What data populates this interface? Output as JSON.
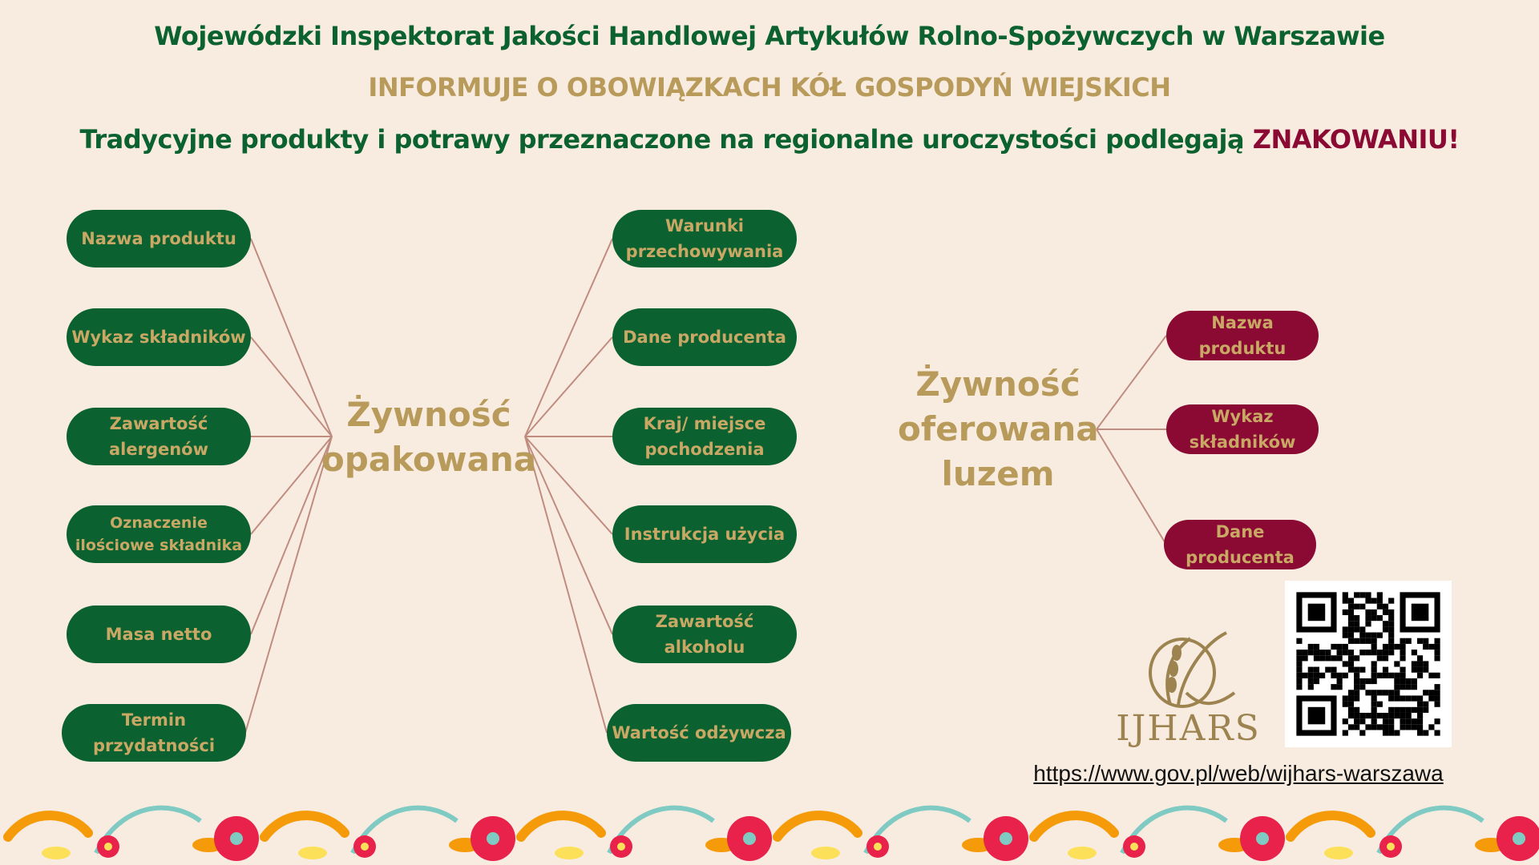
{
  "header": {
    "title": "Wojewódzki Inspektorat Jakości Handlowej Artykułów Rolno-Spożywczych w Warszawie",
    "subtitle": "INFORMUJE O OBOWIĄZKACH KÓŁ GOSPODYŃ WIEJSKICH",
    "notice": "Tradycyjne produkty i potrawy przeznaczone na regionalne uroczystości podlegają ",
    "notice_highlight": "ZNAKOWANIU!"
  },
  "packaged": {
    "title": "Żywność opakowana",
    "left": [
      "Nazwa produktu",
      "Wykaz składników",
      "Zawartość alergenów",
      "Oznaczenie ilościowe składnika",
      "Masa netto",
      "Termin przydatności"
    ],
    "right": [
      "Warunki przechowywania",
      "Dane producenta",
      "Kraj/ miejsce pochodzenia",
      "Instrukcja użycia",
      "Zawartość alkoholu",
      "Wartość odżywcza"
    ]
  },
  "loose": {
    "title": "Żywność oferowana luzem",
    "items": [
      "Nazwa produktu",
      "Wykaz składników",
      "Dane producenta"
    ]
  },
  "footer": {
    "logo_text": "IJHARS",
    "url": "https://www.gov.pl/web/wijhars-warszawa"
  },
  "colors": {
    "green": "#0b6230",
    "gold": "#b89a5a",
    "maroon": "#8a0a34",
    "line": "#c08c80",
    "background": "#f8ece0"
  }
}
